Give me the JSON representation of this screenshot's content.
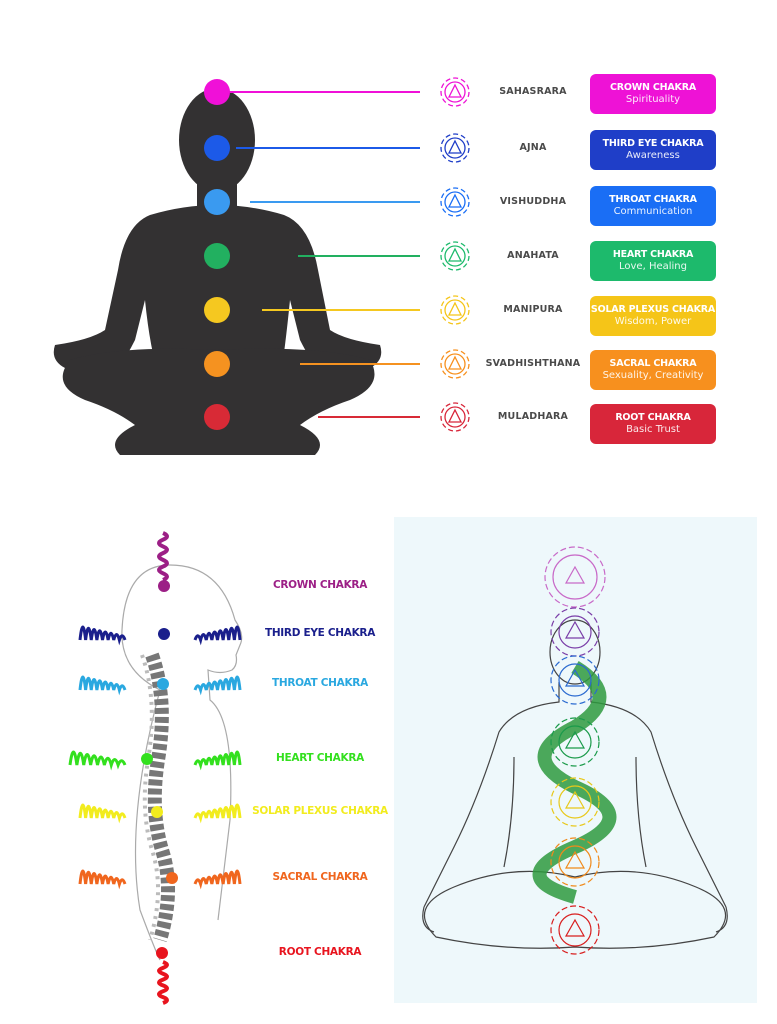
{
  "top": {
    "chakras": [
      {
        "sanskrit": "SAHASRARA",
        "title": "CROWN CHAKRA",
        "subtitle": "Spirituality",
        "color": "#ee12d6",
        "dot": "#f010d8"
      },
      {
        "sanskrit": "AJNA",
        "title": "THIRD EYE CHAKRA",
        "subtitle": "Awareness",
        "color": "#1f3ec8",
        "dot": "#1c5ae8"
      },
      {
        "sanskrit": "VISHUDDHA",
        "title": "THROAT CHAKRA",
        "subtitle": "Communication",
        "color": "#1a6ef5",
        "dot": "#3a9af0"
      },
      {
        "sanskrit": "ANAHATA",
        "title": "HEART CHAKRA",
        "subtitle": "Love, Healing",
        "color": "#1dba6c",
        "dot": "#22b060"
      },
      {
        "sanskrit": "MANIPURA",
        "title": "SOLAR PLEXUS CHAKRA",
        "subtitle": "Wisdom, Power",
        "color": "#f5c518",
        "dot": "#f5c820"
      },
      {
        "sanskrit": "SVADHISHTHANA",
        "title": "SACRAL CHAKRA",
        "subtitle": "Sexuality, Creativity",
        "color": "#f7901e",
        "dot": "#f59220"
      },
      {
        "sanskrit": "MULADHARA",
        "title": "ROOT CHAKRA",
        "subtitle": "Basic Trust",
        "color": "#d8263a",
        "dot": "#d82a36"
      }
    ]
  },
  "bottom_left": {
    "labels": [
      {
        "text": "CROWN CHAKRA",
        "color": "#9c1f86"
      },
      {
        "text": "THIRD EYE CHAKRA",
        "color": "#1a1f8c"
      },
      {
        "text": "THROAT CHAKRA",
        "color": "#2aa8e0"
      },
      {
        "text": "HEART CHAKRA",
        "color": "#33e01e"
      },
      {
        "text": "SOLAR PLEXUS CHAKRA",
        "color": "#f2ec1e"
      },
      {
        "text": "SACRAL CHAKRA",
        "color": "#f0661e"
      },
      {
        "text": "ROOT CHAKRA",
        "color": "#e8141e"
      }
    ]
  },
  "bottom_right": {
    "colors": [
      "#c86ac8",
      "#7a3ea8",
      "#2a6ad0",
      "#1a9a4a",
      "#e8c81a",
      "#f08a1a",
      "#d81e1e"
    ],
    "serpent_color": "#2e9a3e",
    "background": "#eef8fb"
  }
}
